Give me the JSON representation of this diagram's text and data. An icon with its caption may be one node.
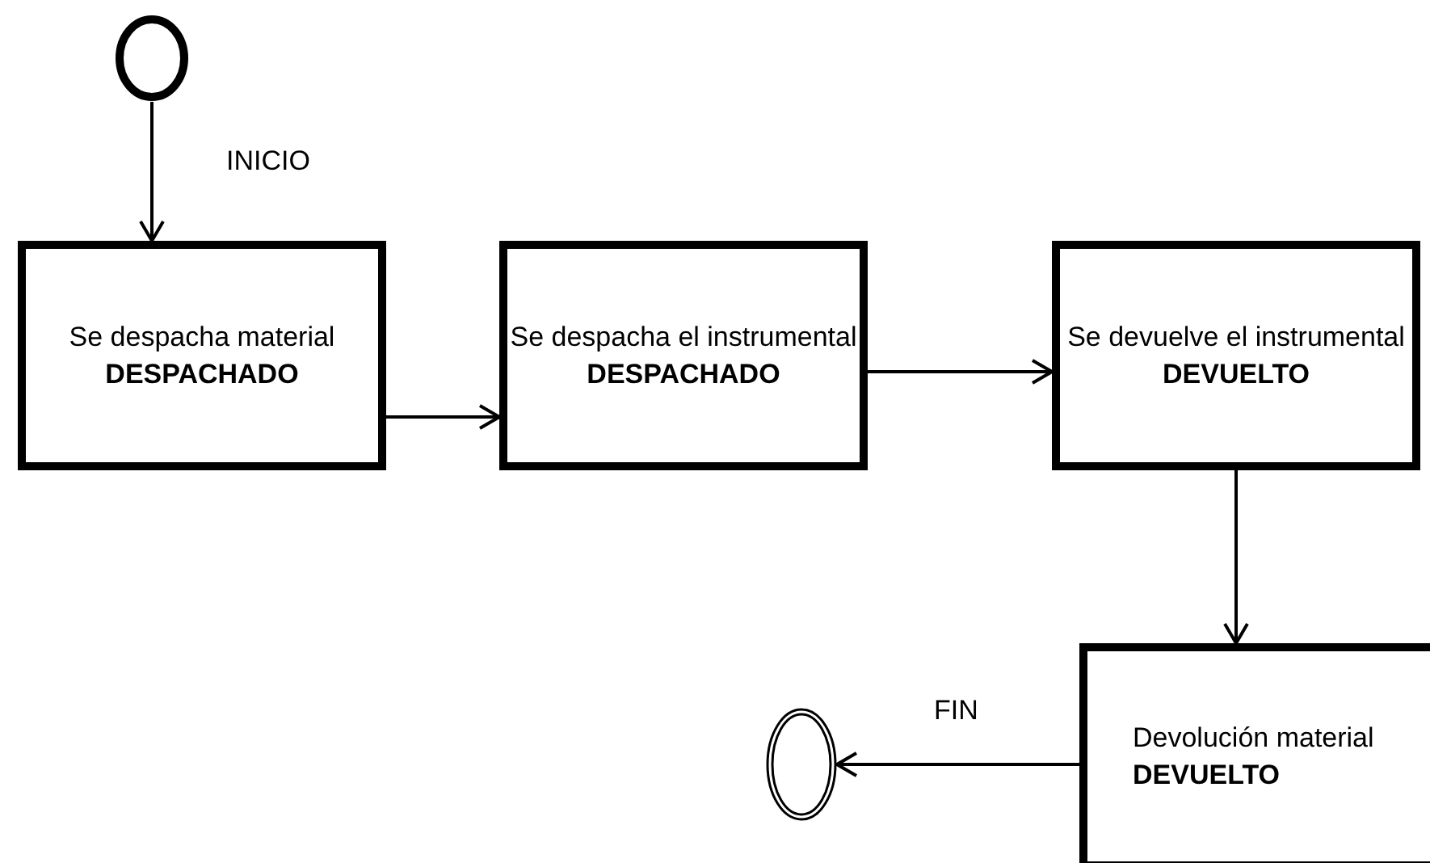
{
  "diagram": {
    "nodes": [
      {
        "text": [],
        "shape": "circle"
      },
      {
        "text": [
          "Se despacha material",
          "DESPACHADO"
        ]
      },
      {
        "text": [
          "Se despacha el instrumental",
          "DESPACHADO"
        ]
      },
      {
        "text": [
          "Se devuelve el instrumental",
          "DEVUELTO"
        ]
      },
      {
        "text": [
          "Devolución material",
          "DEVUELTO"
        ]
      },
      {
        "text": [],
        "shape": "circle"
      }
    ],
    "edges": [
      {
        "from": 0,
        "to": 1,
        "arrow": "to"
      },
      {
        "from": 1,
        "to": 2,
        "arrow": "to"
      },
      {
        "from": 2,
        "to": 3,
        "arrow": "to"
      },
      {
        "from": 3,
        "to": 4,
        "arrow": "to"
      },
      {
        "from": 4,
        "to": 5,
        "arrow": "to"
      }
    ],
    "labels": [
      "INICIO",
      "FIN"
    ]
  }
}
